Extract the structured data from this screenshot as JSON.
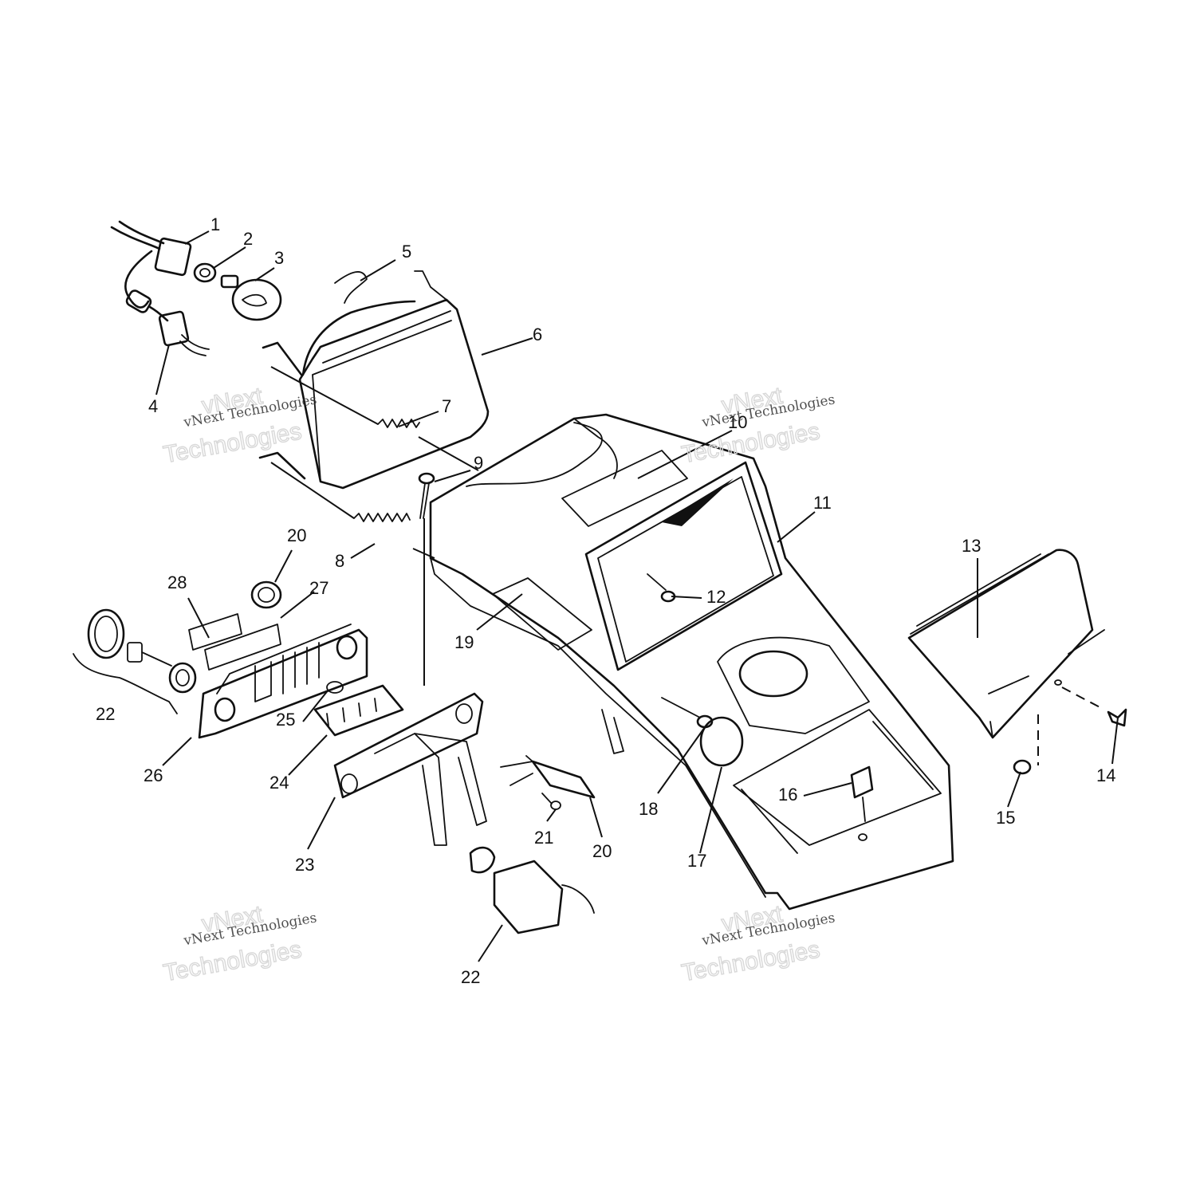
{
  "callouts": [
    "1",
    "2",
    "3",
    "4",
    "5",
    "6",
    "7",
    "8",
    "9",
    "10",
    "11",
    "12",
    "13",
    "14",
    "15",
    "16",
    "17",
    "18",
    "19",
    "20",
    "20",
    "21",
    "22",
    "22",
    "23",
    "24",
    "25",
    "26",
    "27",
    "28"
  ],
  "watermark": {
    "small": "vNext Technologies",
    "big_line1": "vNext",
    "big_line2": "Technologies"
  }
}
